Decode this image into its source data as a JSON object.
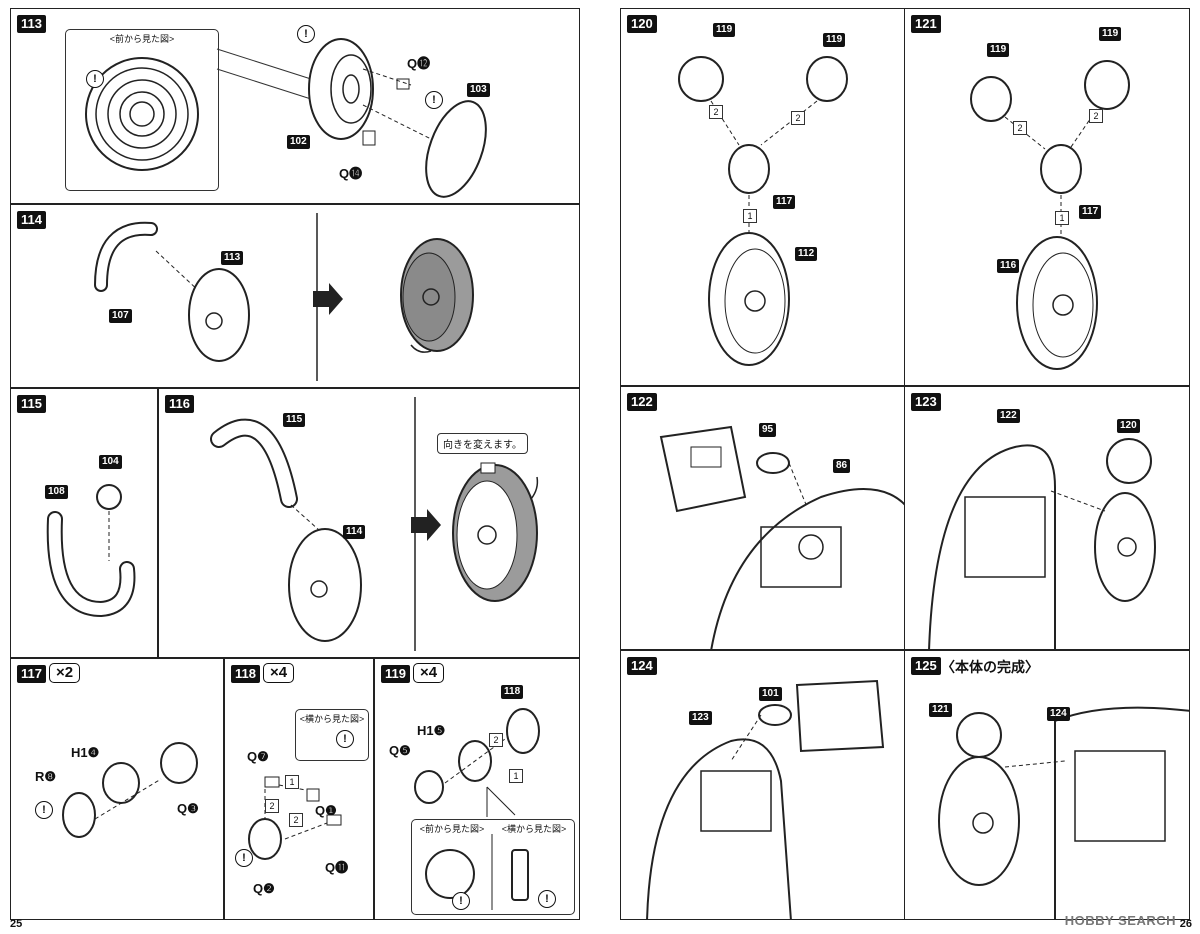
{
  "pages": {
    "left": "25",
    "right": "26"
  },
  "brand": "HOBBY SEARCH",
  "steps": {
    "s113": {
      "num": "113",
      "inset_caption": "<前から見た図>",
      "parts": [
        "102",
        "103"
      ],
      "q12": "Q⓬",
      "q14": "Q⓮"
    },
    "s114": {
      "num": "114",
      "parts": [
        "107",
        "113"
      ]
    },
    "s115": {
      "num": "115",
      "parts": [
        "108",
        "104"
      ]
    },
    "s116": {
      "num": "116",
      "parts": [
        "115",
        "114"
      ],
      "callout": "向きを変えます。"
    },
    "s117": {
      "num": "117",
      "qty": "×2",
      "r8": "R❽",
      "h14": "H1❹",
      "q3": "Q❸"
    },
    "s118": {
      "num": "118",
      "qty": "×4",
      "inset_caption": "<横から見た図>",
      "q7": "Q❼",
      "q1": "Q❶",
      "q2": "Q❷",
      "q11": "Q⓫",
      "seq1": "1",
      "seq2": "2"
    },
    "s119": {
      "num": "119",
      "qty": "×4",
      "parts": [
        "118"
      ],
      "h15": "H1❺",
      "q5": "Q❺",
      "front_caption": "<前から見た図>",
      "side_caption": "<横から見た図>",
      "seq1": "1",
      "seq2": "2"
    },
    "s120": {
      "num": "120",
      "parts": [
        "119",
        "119",
        "117",
        "112"
      ],
      "seq": [
        "2",
        "2",
        "1"
      ]
    },
    "s121": {
      "num": "121",
      "parts": [
        "119",
        "119",
        "117",
        "116"
      ],
      "seq": [
        "2",
        "2",
        "1"
      ]
    },
    "s122": {
      "num": "122",
      "parts": [
        "95",
        "86"
      ]
    },
    "s123": {
      "num": "123",
      "parts": [
        "122",
        "120"
      ]
    },
    "s124": {
      "num": "124",
      "parts": [
        "101",
        "123"
      ]
    },
    "s125": {
      "num": "125",
      "title": "〈本体の完成〉",
      "parts": [
        "121",
        "124"
      ]
    }
  }
}
